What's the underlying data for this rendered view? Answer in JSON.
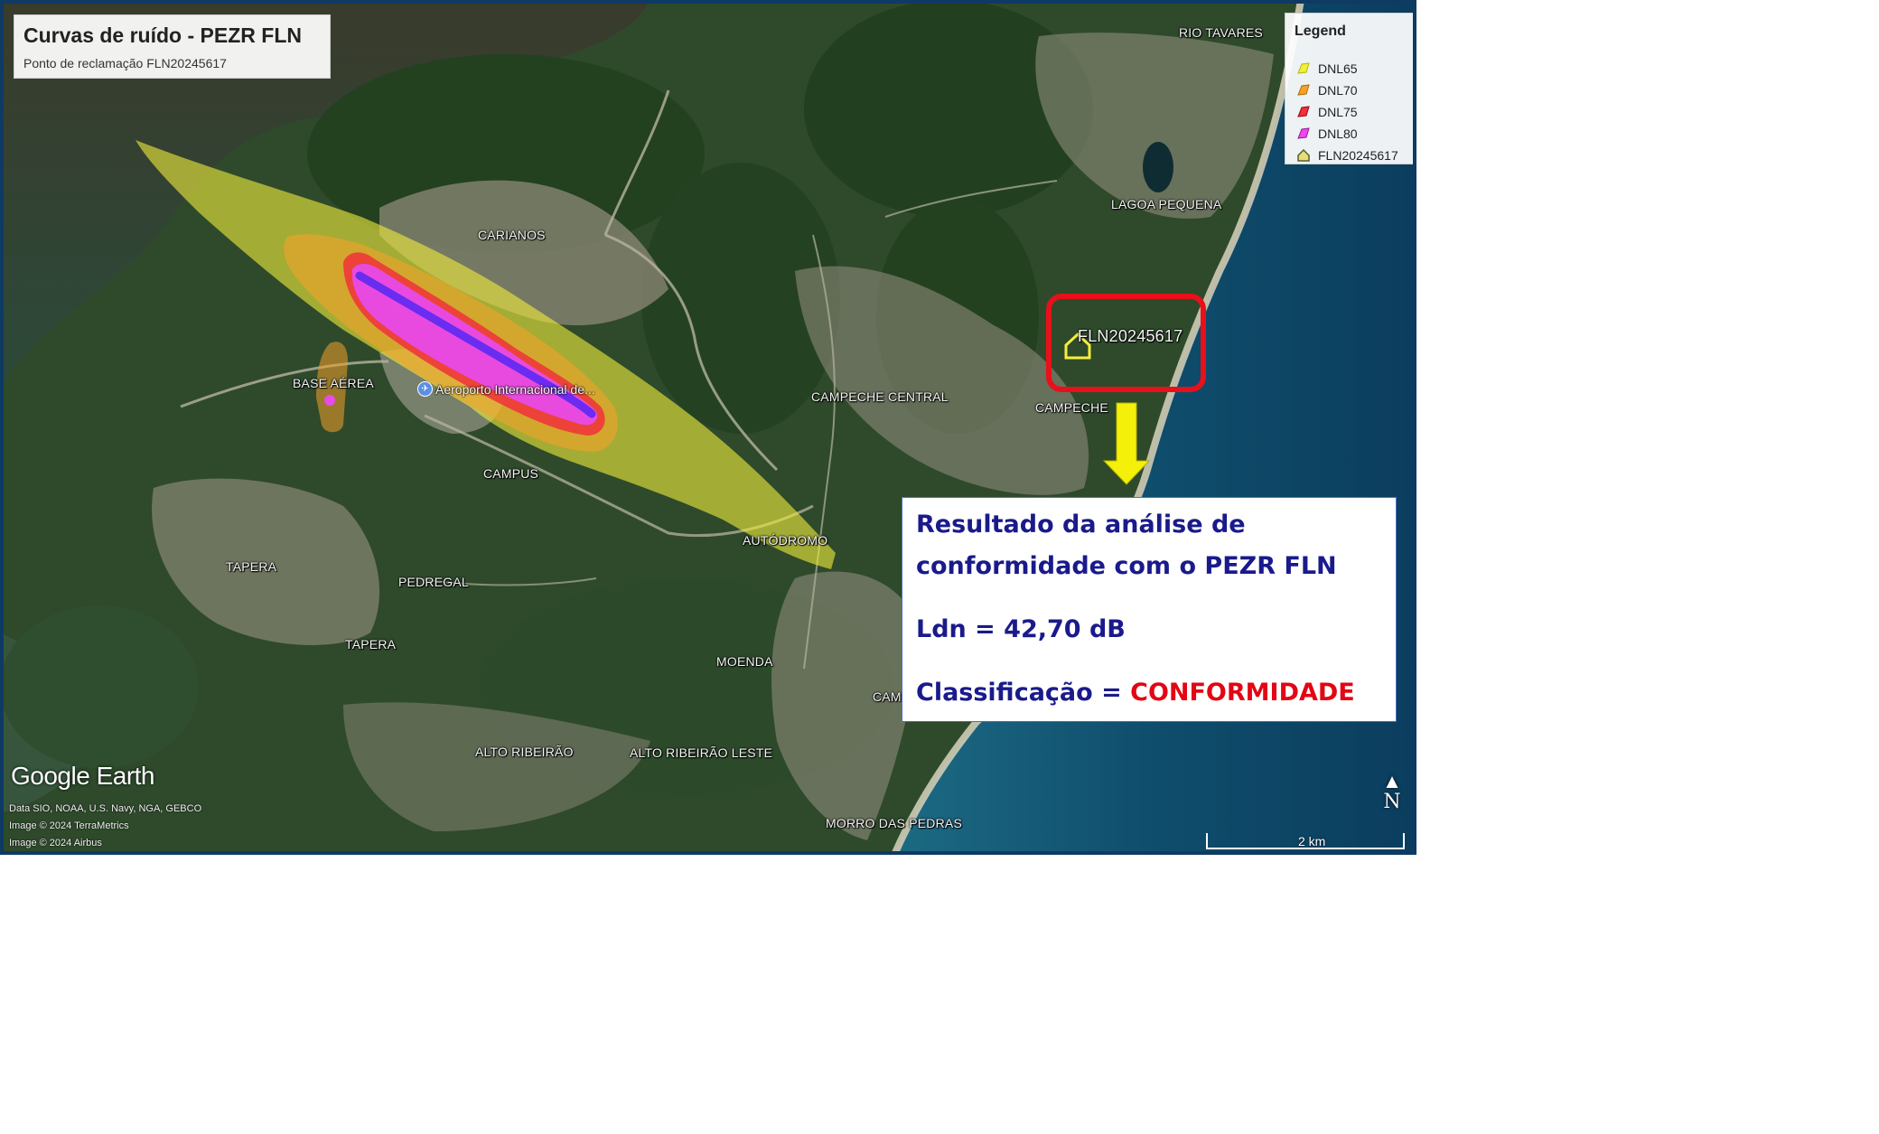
{
  "header": {
    "title": "Curvas de ruído - PEZR FLN",
    "subtitle": "Ponto de reclamação FLN20245617"
  },
  "legend": {
    "title": "Legend",
    "items": [
      {
        "label": "DNL65",
        "color": "#f2ef3a"
      },
      {
        "label": "DNL70",
        "color": "#f4a12b"
      },
      {
        "label": "DNL75",
        "color": "#f0303a"
      },
      {
        "label": "DNL80",
        "color": "#e84be8"
      },
      {
        "label": "FLN20245617",
        "color": "#e6df76"
      }
    ]
  },
  "places": {
    "rio_tavares": "RIO TAVARES",
    "lagoa_pequena": "LAGOA PEQUENA",
    "carianos": "CARIANOS",
    "base_aerea": "BASE AÉREA",
    "airport": "Aeroporto Internacional de...",
    "campeche_central": "CAMPECHE CENTRAL",
    "campeche": "CAMPECHE",
    "campus": "CAMPUS",
    "autodromo": "AUTÓDROMO",
    "tapera_1": "TAPERA",
    "pedregal": "PEDREGAL",
    "tapera_2": "TAPERA",
    "moenda": "MOENDA",
    "cam_partial": "CAM",
    "alto_ribeirao": "ALTO RIBEIRÃO",
    "alto_ribeirao_leste": "ALTO RIBEIRÃO LESTE",
    "morro_das_pedras": "MORRO DAS PEDRAS"
  },
  "marker": {
    "label": "FLN20245617",
    "icon": "house-icon",
    "highlight_color": "#e8101a",
    "pointer_color": "#f4f00a"
  },
  "result": {
    "line1": "Resultado da análise de",
    "line2": "conformidade com o PEZR FLN",
    "ldn": "Ldn = 42,70 dB",
    "classification_label": "Classificação = ",
    "classification_value": "CONFORMIDADE",
    "text_color": "#1a1a8c",
    "value_color": "#e30613"
  },
  "attribution": {
    "logo": "Google Earth",
    "data": "Data SIO, NOAA, U.S. Navy, NGA, GEBCO",
    "image1": "Image © 2024 TerraMetrics",
    "image2": "Image © 2024 Airbus"
  },
  "compass": {
    "label": "N",
    "icon": "north-arrow-icon"
  },
  "scale": {
    "label": "2 km"
  }
}
